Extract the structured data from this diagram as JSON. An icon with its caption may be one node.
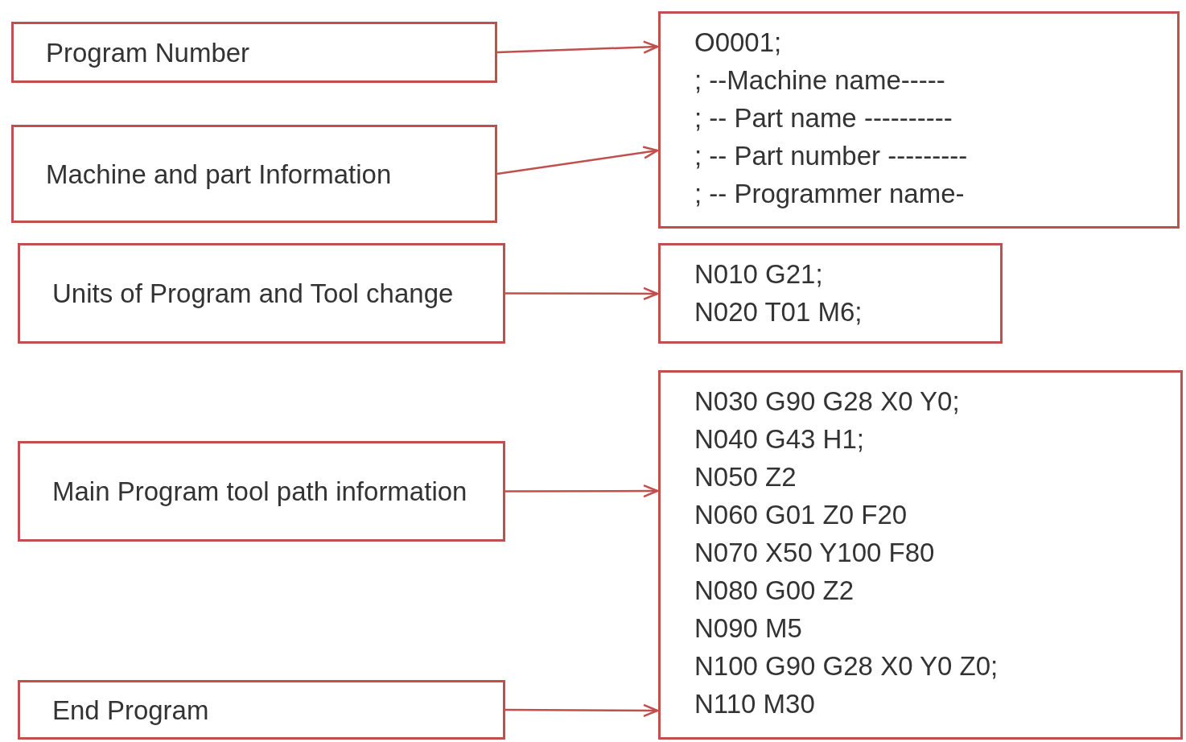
{
  "diagram": {
    "nodes": [
      {
        "text": [
          "Program Number"
        ]
      },
      {
        "text": [
          "Machine and part Information"
        ]
      },
      {
        "text": [
          "Units of Program and Tool change"
        ]
      },
      {
        "text": [
          "Main Program tool path information"
        ]
      },
      {
        "text": [
          "End Program"
        ]
      },
      {
        "text": [
          "O0001;",
          "; --Machine name-----",
          "; -- Part name ----------",
          "; -- Part number ---------",
          "; -- Programmer name-"
        ]
      },
      {
        "text": [
          "N010 G21;",
          "N020 T01 M6;"
        ]
      },
      {
        "text": [
          "N030 G90 G28 X0 Y0;",
          "N040 G43 H1;",
          "N050 Z2",
          "N060 G01 Z0 F20",
          "N070 X50 Y100 F80",
          "N080 G00 Z2",
          "N090 M5",
          "N100 G90 G28 X0 Y0 Z0;",
          "N110 M30"
        ]
      }
    ],
    "edges": [
      {
        "from": 0,
        "to": 5,
        "arrow": "to"
      },
      {
        "from": 1,
        "to": 5,
        "arrow": "to"
      },
      {
        "from": 2,
        "to": 6,
        "arrow": "to"
      },
      {
        "from": 3,
        "to": 7,
        "arrow": "to"
      },
      {
        "from": 4,
        "to": 7,
        "arrow": "to"
      }
    ]
  }
}
